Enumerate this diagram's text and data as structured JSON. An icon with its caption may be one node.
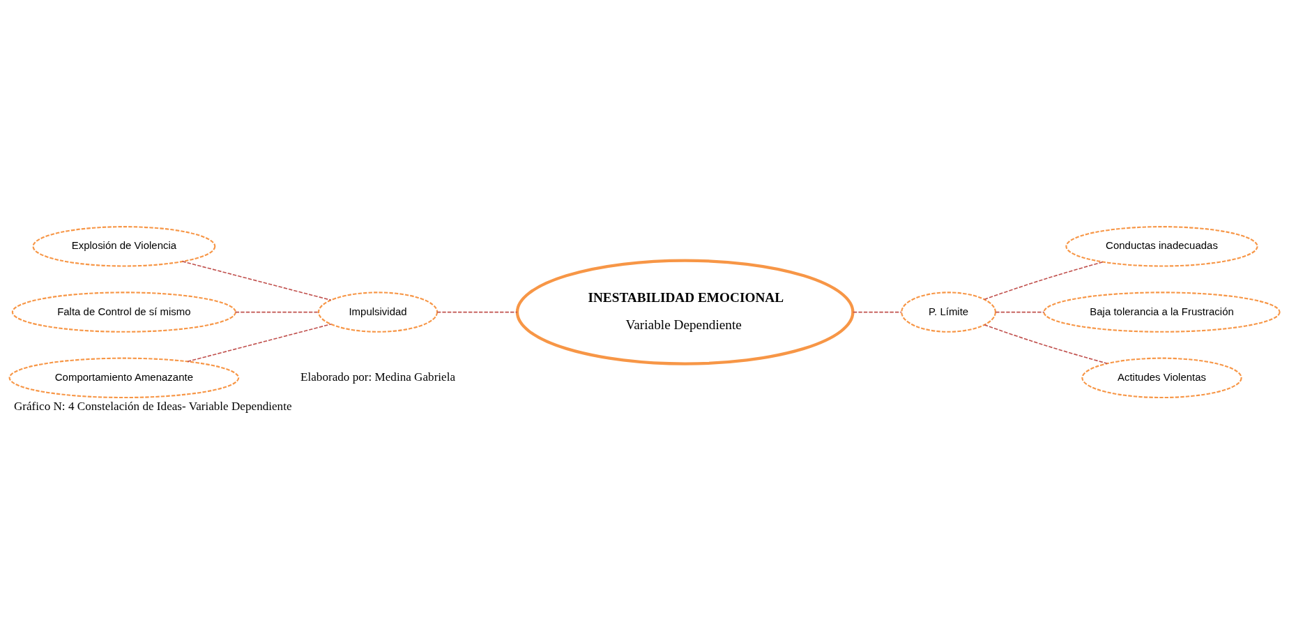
{
  "diagram": {
    "caption": "Gráfico N: 4 Constelación de Ideas- Variable Dependiente",
    "nodes": [
      {
        "text": [
          "INESTABILIDAD EMOCIONAL",
          "Variable Dependiente"
        ]
      },
      {
        "text": [
          "Impulsividad"
        ]
      },
      {
        "text": [
          "Explosión de Violencia"
        ]
      },
      {
        "text": [
          "Falta de Control de sí mismo"
        ]
      },
      {
        "text": [
          "Comportamiento Amenazante"
        ]
      },
      {
        "text": [
          "P. Límite"
        ]
      },
      {
        "text": [
          "Conductas inadecuadas"
        ]
      },
      {
        "text": [
          "Baja tolerancia a la Frustración"
        ]
      },
      {
        "text": [
          "Actitudes Violentas"
        ]
      }
    ],
    "edges": [
      {
        "from": 2,
        "to": 1,
        "arrow": "none",
        "style": "dashed"
      },
      {
        "from": 3,
        "to": 1,
        "arrow": "none",
        "style": "dashed"
      },
      {
        "from": 4,
        "to": 1,
        "arrow": "none",
        "style": "dashed"
      },
      {
        "from": 1,
        "to": 0,
        "arrow": "none",
        "style": "dashed"
      },
      {
        "from": 0,
        "to": 5,
        "arrow": "none",
        "style": "dashed"
      },
      {
        "from": 5,
        "to": 6,
        "arrow": "none",
        "style": "dashed"
      },
      {
        "from": 5,
        "to": 7,
        "arrow": "none",
        "style": "dashed"
      },
      {
        "from": 5,
        "to": 8,
        "arrow": "none",
        "style": "dashed"
      }
    ],
    "labels": [
      "Elaborado por: Medina Gabriela"
    ]
  }
}
